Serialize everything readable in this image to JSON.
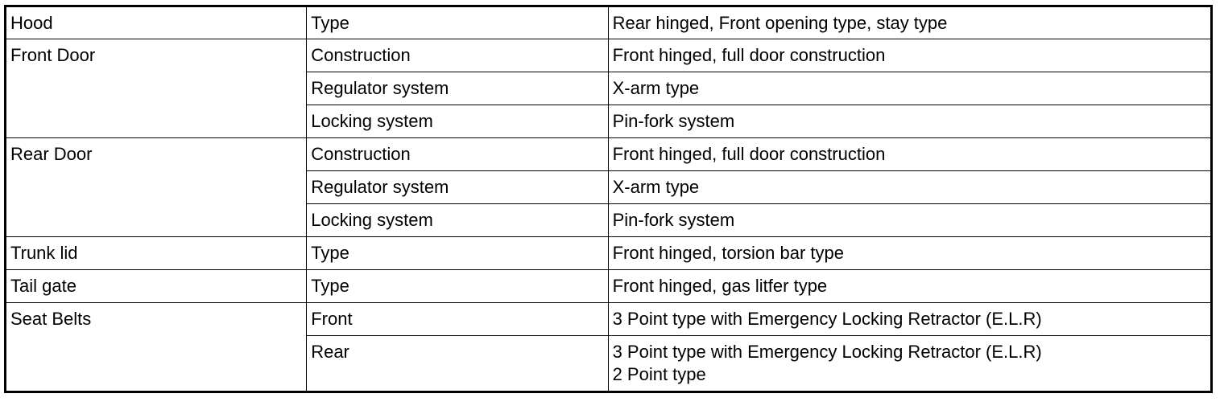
{
  "table": {
    "hood": {
      "item": "Hood",
      "rows": [
        {
          "attribute": "Type",
          "value": "Rear hinged, Front opening type, stay type"
        }
      ]
    },
    "front_door": {
      "item": "Front Door",
      "rows": [
        {
          "attribute": "Construction",
          "value": "Front hinged, full door construction"
        },
        {
          "attribute": "Regulator system",
          "value": "X-arm type"
        },
        {
          "attribute": "Locking system",
          "value": "Pin-fork system"
        }
      ]
    },
    "rear_door": {
      "item": "Rear Door",
      "rows": [
        {
          "attribute": "Construction",
          "value": "Front hinged, full door construction"
        },
        {
          "attribute": "Regulator system",
          "value": "X-arm type"
        },
        {
          "attribute": "Locking system",
          "value": "Pin-fork system"
        }
      ]
    },
    "trunk_lid": {
      "item": "Trunk lid",
      "rows": [
        {
          "attribute": "Type",
          "value": "Front hinged, torsion bar type"
        }
      ]
    },
    "tail_gate": {
      "item": "Tail gate",
      "rows": [
        {
          "attribute": "Type",
          "value": "Front hinged, gas litfer type"
        }
      ]
    },
    "seat_belts": {
      "item": "Seat Belts",
      "rows": [
        {
          "attribute": "Front",
          "value": "3 Point type with Emergency Locking Retractor (E.L.R)"
        },
        {
          "attribute": "Rear",
          "value_lines": [
            "3 Point type with Emergency Locking Retractor (E.L.R)",
            "2 Point type"
          ]
        }
      ]
    }
  }
}
